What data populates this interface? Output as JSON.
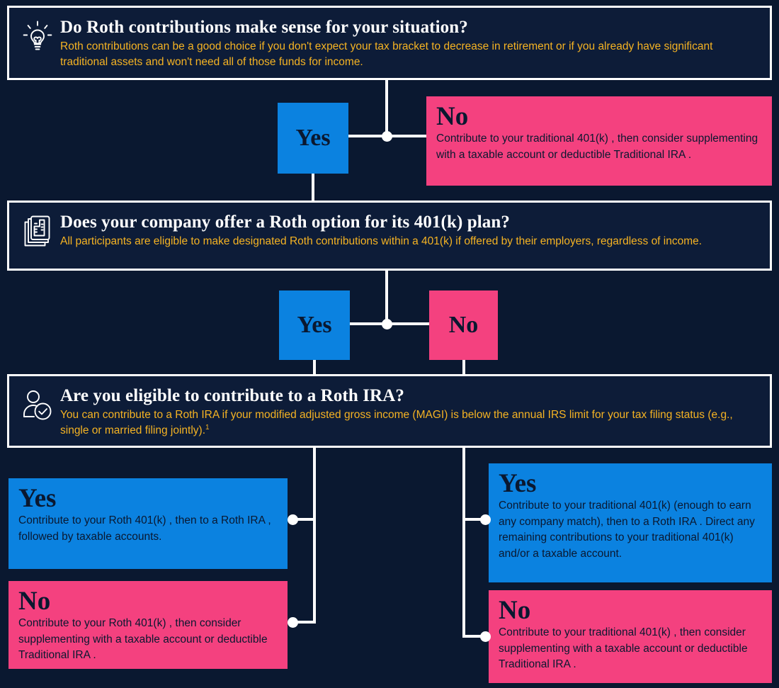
{
  "meta": {
    "title": "Roth contribution decision flowchart",
    "colors": {
      "background": "#0a1830",
      "panel_dark": "#0d1c38",
      "blue": "#0b82e0",
      "pink": "#f4417f",
      "gold": "#f5b323",
      "white": "#ffffff",
      "ink": "#0a1830"
    }
  },
  "steps": [
    {
      "id": "step1",
      "icon": "lightbulb-icon",
      "title": "Do Roth contributions make sense for your situation?",
      "desc": "Roth contributions can be a good choice if you don't expect your tax bracket to decrease in retirement or if you already have significant traditional assets and won't need all of those funds for income."
    },
    {
      "id": "step2",
      "icon": "company-documents-icon",
      "title": "Does your company offer a Roth option for its 401(k) plan?",
      "desc": "All participants are eligible to make designated Roth contributions within a 401(k) if offered by their employers, regardless of income."
    },
    {
      "id": "step3",
      "icon": "person-check-icon",
      "title": "Are you eligible to contribute to a Roth IRA?",
      "desc_before": "You can contribute to a Roth IRA if your modified adjusted gross income (MAGI) is below the annual IRS limit for your tax filing status (e.g., single or married filing jointly).",
      "footnote_marker": "1"
    }
  ],
  "chips": {
    "step1_yes": "Yes",
    "step2_yes": "Yes",
    "step2_no": "No"
  },
  "outcomes": {
    "step1_no": {
      "label": "No",
      "body": "Contribute to your  traditional 401(k)  , then consider supplementing with a taxable account or deductible  Traditional IRA  ."
    },
    "step3_left_yes": {
      "label": "Yes",
      "body": "Contribute to your  Roth 401(k) , then to a  Roth IRA , followed by taxable accounts."
    },
    "step3_left_no": {
      "label": "No",
      "body": "Contribute to your  Roth 401(k) , then consider supplementing with a taxable account or deductible  Traditional IRA  ."
    },
    "step3_right_yes": {
      "label": "Yes",
      "body": "Contribute to your  traditional 401(k)   (enough to earn any company match), then to a  Roth IRA . Direct any remaining contributions to your traditional 401(k)   and/or a taxable account."
    },
    "step3_right_no": {
      "label": "No",
      "body": "Contribute to your  traditional 401(k)  , then consider supplementing with a taxable account or deductible  Traditional IRA  ."
    }
  }
}
